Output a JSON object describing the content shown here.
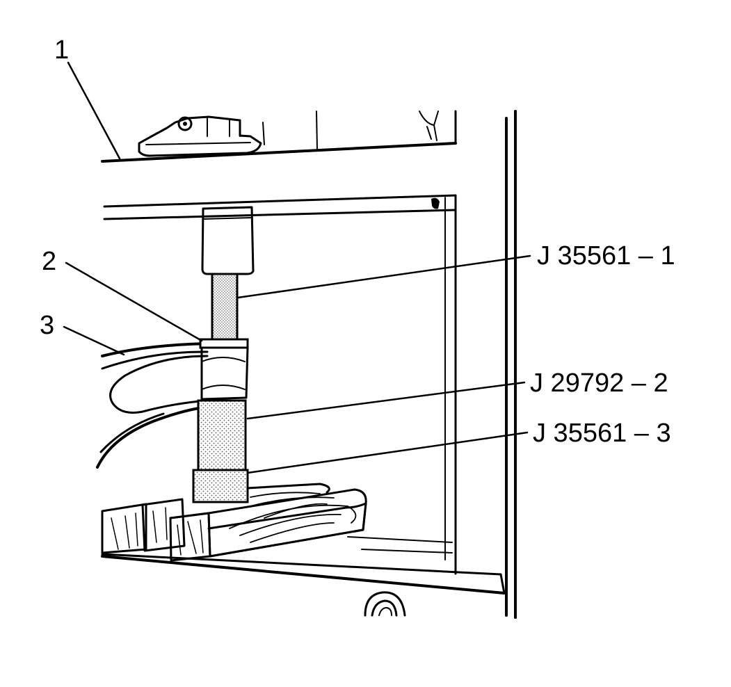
{
  "colors": {
    "ink": "#000000",
    "background": "#ffffff",
    "knurl_fill": "#d8d8d8"
  },
  "callouts": {
    "item_1": "1",
    "item_2": "2",
    "item_3": "3",
    "tool_j35561_1": "J 35561 – 1",
    "tool_j29792_2": "J 29792 – 2",
    "tool_j35561_3": "J 35561 – 3"
  }
}
